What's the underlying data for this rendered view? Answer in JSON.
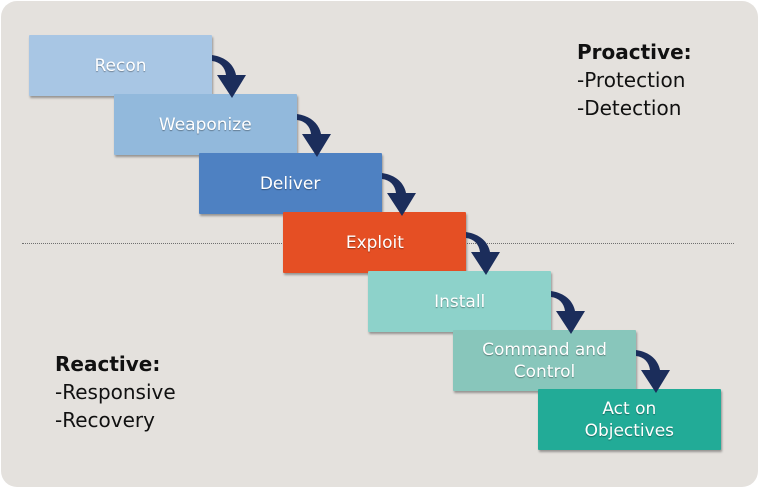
{
  "steps": [
    {
      "label": "Recon",
      "color": "#a8c6e4"
    },
    {
      "label": "Weaponize",
      "color": "#92b9dc"
    },
    {
      "label": "Deliver",
      "color": "#4e81c2"
    },
    {
      "label": "Exploit",
      "color": "#e54f24"
    },
    {
      "label": "Install",
      "color": "#8dd2ca"
    },
    {
      "label": "Command and\nControl",
      "color": "#88c6bb"
    },
    {
      "label": "Act on\nObjectives",
      "color": "#22ab97"
    }
  ],
  "arrow_color": "#1b2d5b",
  "proactive": {
    "title": "Proactive:",
    "items": [
      "-Protection",
      "-Detection"
    ]
  },
  "reactive": {
    "title": "Reactive:",
    "items": [
      "-Responsive",
      "-Recovery"
    ]
  }
}
